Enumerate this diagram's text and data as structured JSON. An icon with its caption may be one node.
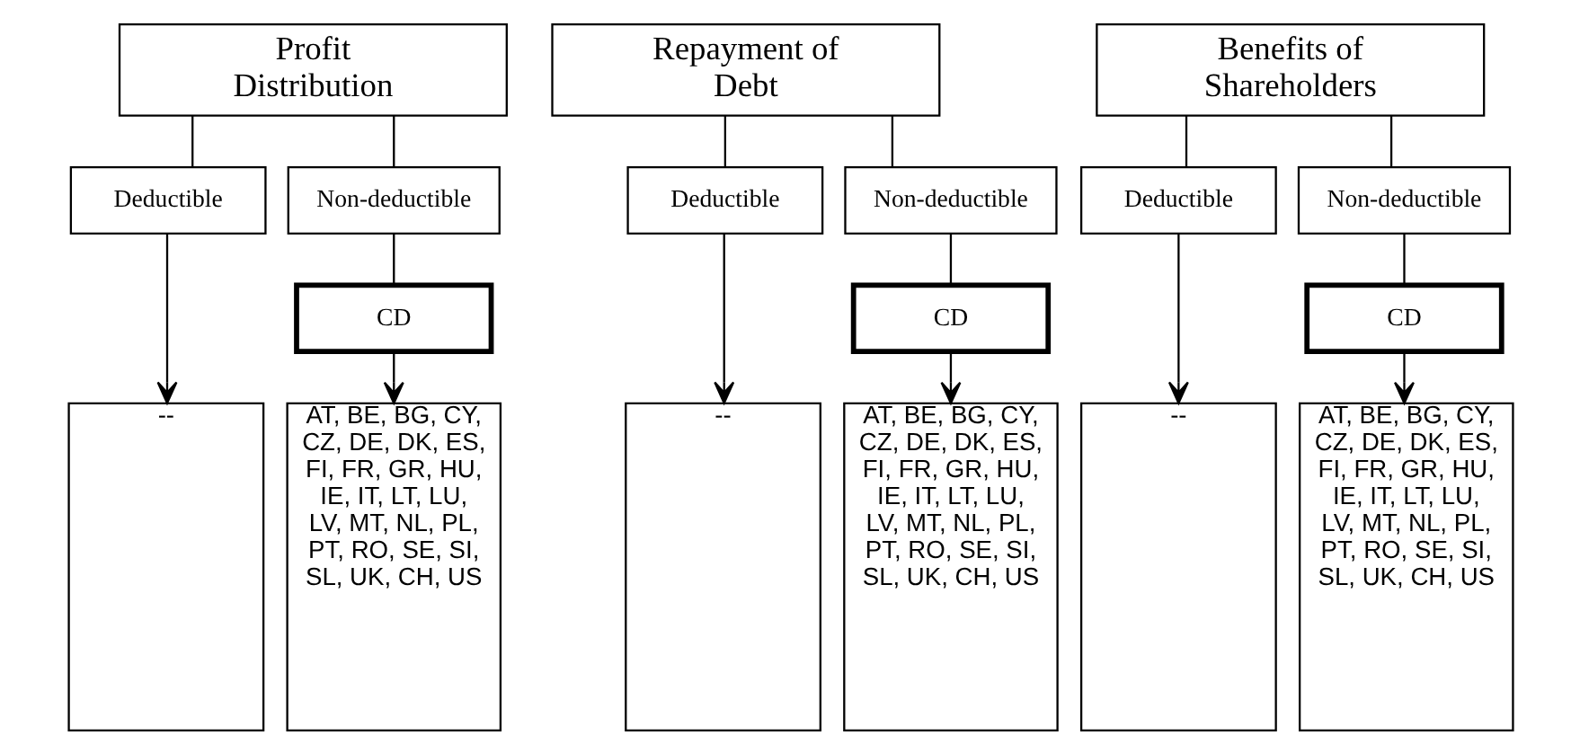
{
  "diagram": {
    "nodes": [
      {
        "text": [
          "Profit Distribution"
        ]
      },
      {
        "text": [
          "Deductible"
        ]
      },
      {
        "text": [
          "Non-deductible"
        ]
      },
      {
        "text": [
          "CD"
        ]
      },
      {
        "text": [
          "--"
        ]
      },
      {
        "text": [
          "AT, BE, BG, CY, CZ, DE, DK, ES, FI, FR, GR, HU, IE, IT, LT, LU, LV, MT, NL, PL, PT, RO, SE, SI, SL, UK, CH, US"
        ]
      },
      {
        "text": [
          "Repayment of Debt"
        ]
      },
      {
        "text": [
          "Deductible"
        ]
      },
      {
        "text": [
          "Non-deductible"
        ]
      },
      {
        "text": [
          "CD"
        ]
      },
      {
        "text": [
          "--"
        ]
      },
      {
        "text": [
          "AT, BE, BG, CY, CZ, DE, DK, ES, FI, FR, GR, HU, IE, IT, LT, LU, LV, MT, NL, PL, PT, RO, SE, SI, SL, UK, CH, US"
        ]
      },
      {
        "text": [
          "Benefits of Shareholders"
        ]
      },
      {
        "text": [
          "Deductible"
        ]
      },
      {
        "text": [
          "Non-deductible"
        ]
      },
      {
        "text": [
          "CD"
        ]
      },
      {
        "text": [
          "--"
        ]
      },
      {
        "text": [
          "AT, BE, BG, CY, CZ, DE, DK, ES, FI, FR, GR, HU, IE, IT, LT, LU, LV, MT, NL, PL, PT, RO, SE, SI, SL, UK, CH, US"
        ]
      }
    ],
    "edges": [
      {
        "from": 0,
        "to": 1,
        "arrow": "none"
      },
      {
        "from": 0,
        "to": 2,
        "arrow": "none"
      },
      {
        "from": 1,
        "to": 4,
        "arrow": "to"
      },
      {
        "from": 2,
        "to": 3,
        "arrow": "none"
      },
      {
        "from": 3,
        "to": 5,
        "arrow": "to"
      },
      {
        "from": 6,
        "to": 7,
        "arrow": "none"
      },
      {
        "from": 6,
        "to": 8,
        "arrow": "none"
      },
      {
        "from": 7,
        "to": 10,
        "arrow": "to"
      },
      {
        "from": 8,
        "to": 9,
        "arrow": "none"
      },
      {
        "from": 9,
        "to": 11,
        "arrow": "to"
      },
      {
        "from": 12,
        "to": 13,
        "arrow": "none"
      },
      {
        "from": 12,
        "to": 14,
        "arrow": "none"
      },
      {
        "from": 13,
        "to": 16,
        "arrow": "to"
      },
      {
        "from": 14,
        "to": 15,
        "arrow": "none"
      },
      {
        "from": 15,
        "to": 17,
        "arrow": "to"
      }
    ]
  }
}
